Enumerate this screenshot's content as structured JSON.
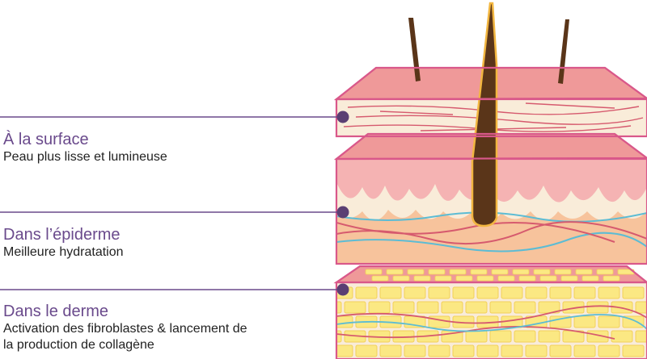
{
  "colors": {
    "leader": "#6a4a8c",
    "dot": "#5b3f73",
    "outline": "#d9588a",
    "top_face": "#ef9999",
    "cream": "#f9ecd9",
    "pink_band": "#f5b3b3",
    "peach": "#f7c39c",
    "fat_cell": "#fbe883",
    "fat_cell_edge": "#f2cf59",
    "fiber_blue": "#5cbcd4",
    "fiber_red": "#d65a6e",
    "hair": "#5a3519",
    "hair_outline": "#f2b640"
  },
  "labels": [
    {
      "title": "À la surface",
      "description": [
        "Peau plus lisse et lumineuse"
      ]
    },
    {
      "title": "Dans l’épiderme",
      "description": [
        "Meilleure hydratation"
      ]
    },
    {
      "title": "Dans le derme",
      "description": [
        "Activation des fibroblastes & lancement de",
        "la production de collagène"
      ]
    }
  ]
}
